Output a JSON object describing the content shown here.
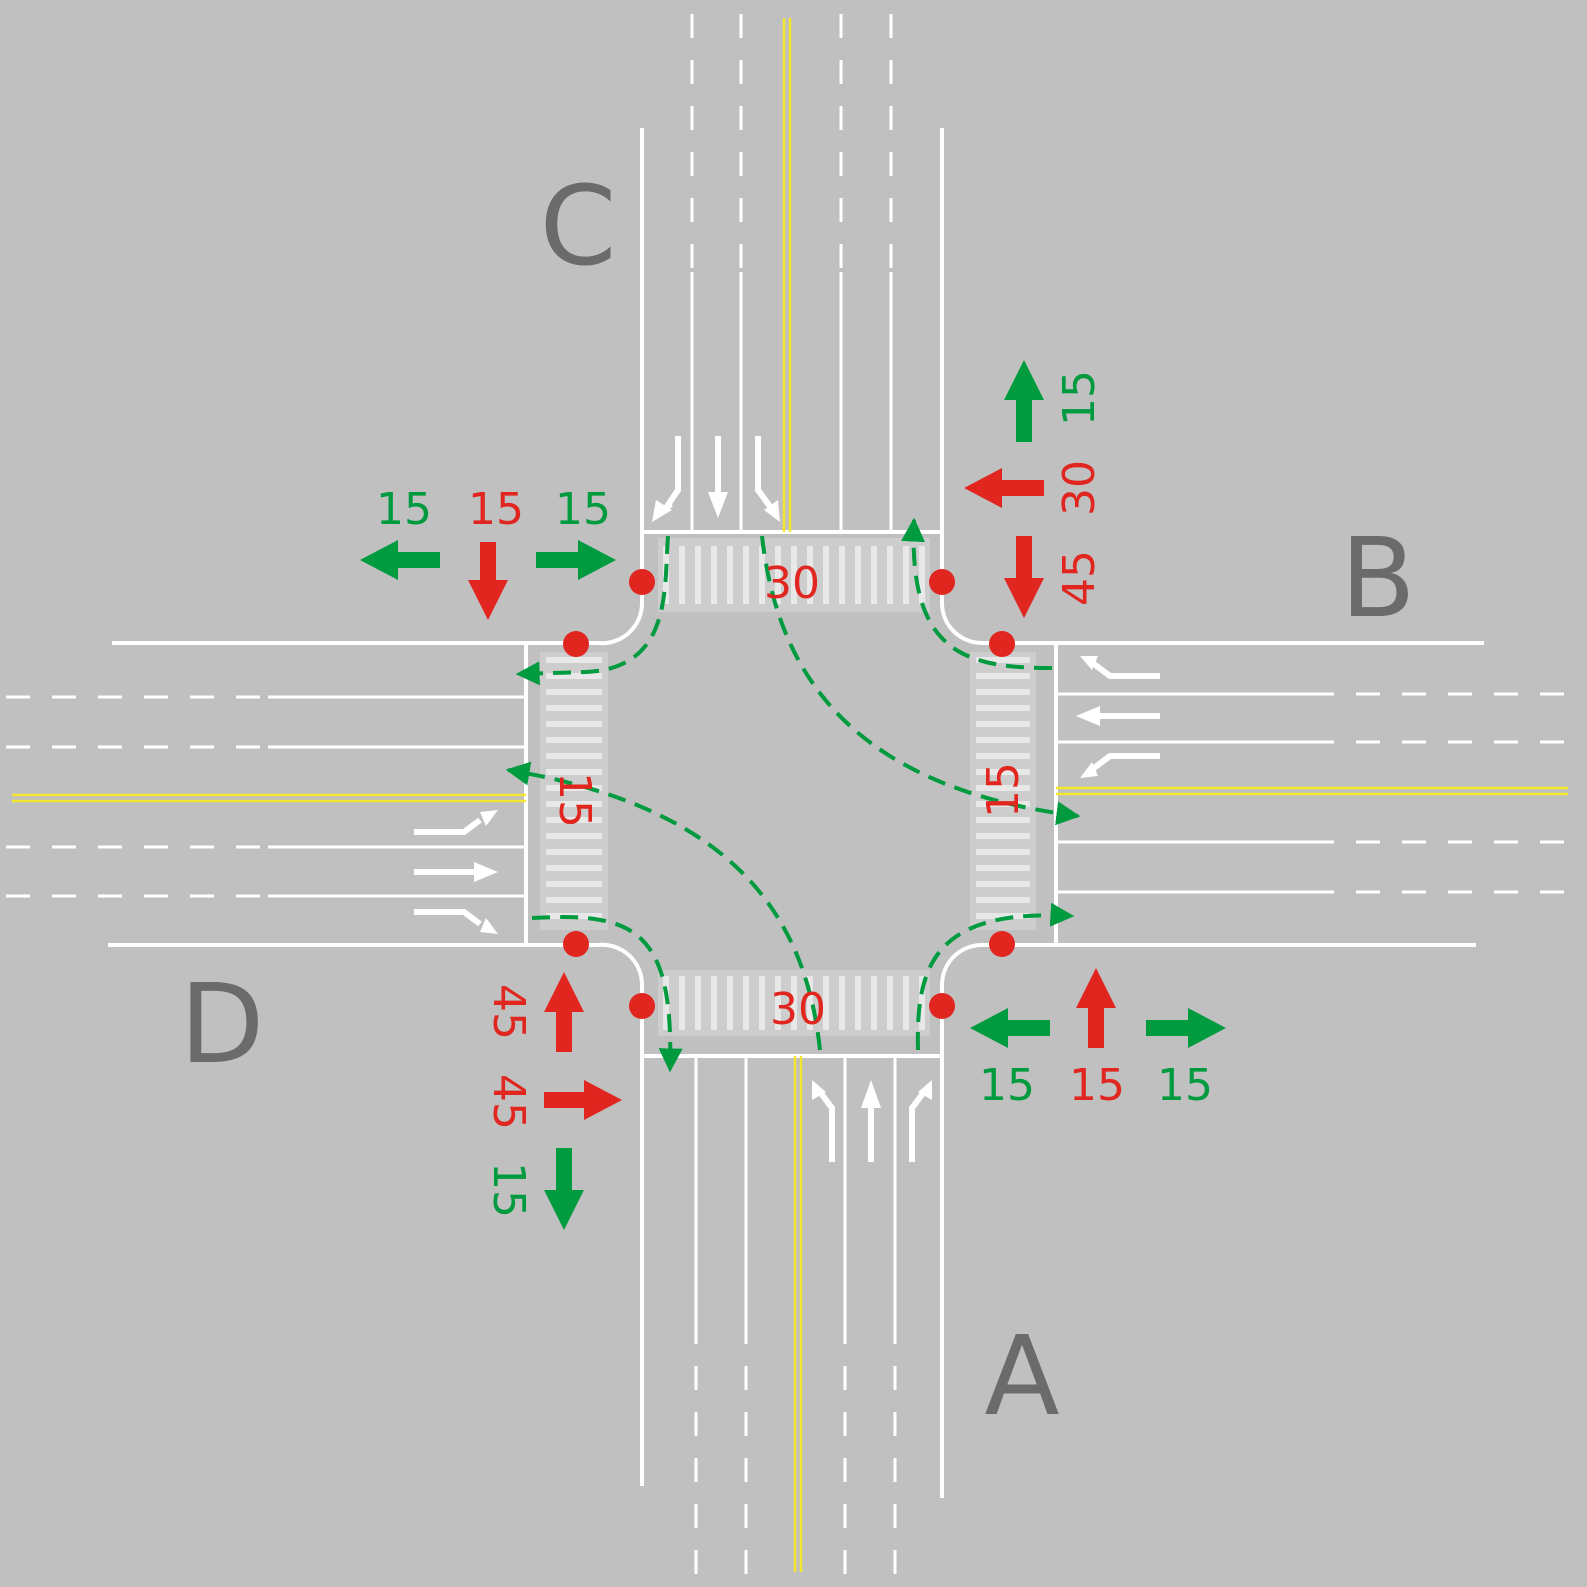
{
  "colors": {
    "background": "#c0c0c0",
    "lane_line": "#ffffff",
    "center_line": "#f2e62e",
    "red": "#e0261f",
    "green": "#009a3f",
    "approach_label": "#6b6b6b"
  },
  "approaches": {
    "a": "A",
    "b": "B",
    "c": "C",
    "d": "D"
  },
  "crosswalk_times": {
    "north": "30",
    "south": "30",
    "west": "15",
    "east": "15"
  },
  "signals": {
    "c_corner": {
      "left": "15",
      "straight": "15",
      "right": "15"
    },
    "b_corner": {
      "straight": "15",
      "left": "30",
      "right": "45"
    },
    "a_corner": {
      "left": "15",
      "straight": "15",
      "right": "15"
    },
    "d_corner": {
      "straight": "45",
      "right": "45",
      "left": "15"
    }
  },
  "signal_colors": {
    "c_corner": [
      "green",
      "red",
      "green"
    ],
    "b_corner": [
      "green",
      "red",
      "red"
    ],
    "a_corner": [
      "green",
      "red",
      "green"
    ],
    "d_corner": [
      "red",
      "red",
      "green"
    ]
  },
  "icons": [
    "signal-post-icon",
    "lane-arrow-icon",
    "signal-arrow-icon",
    "pedestrian-path-arrow-icon"
  ]
}
